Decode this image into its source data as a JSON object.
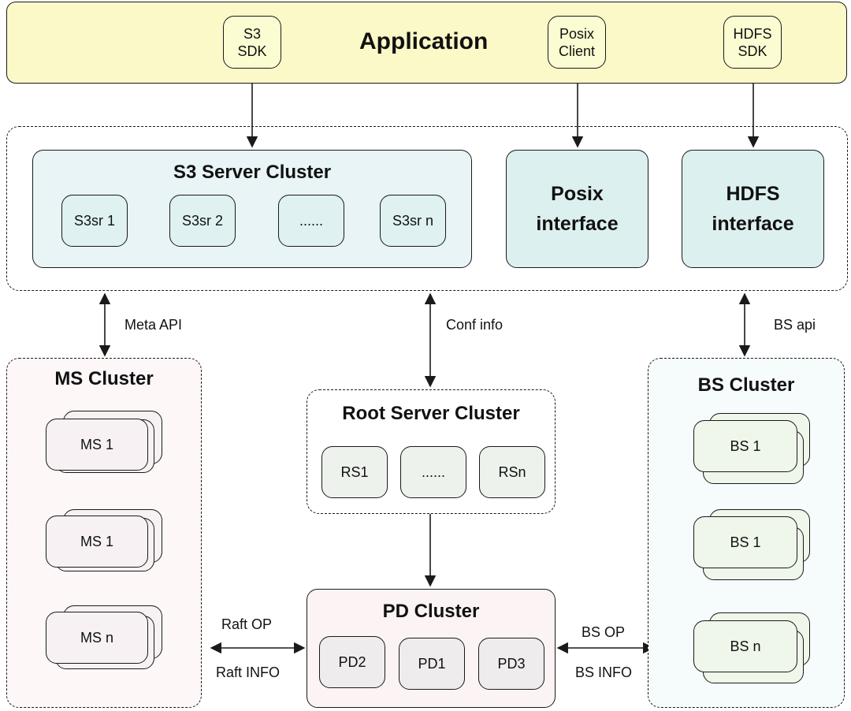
{
  "application": {
    "title": "Application",
    "clients": [
      {
        "line1": "S3",
        "line2": "SDK"
      },
      {
        "line1": "Posix",
        "line2": "Client"
      },
      {
        "line1": "HDFS",
        "line2": "SDK"
      }
    ]
  },
  "s3_cluster": {
    "title": "S3 Server Cluster",
    "nodes": [
      "S3sr 1",
      "S3sr 2",
      "......",
      "S3sr n"
    ]
  },
  "posix_interface": {
    "line1": "Posix",
    "line2": "interface"
  },
  "hdfs_interface": {
    "line1": "HDFS",
    "line2": "interface"
  },
  "edge_labels": {
    "meta_api": "Meta API",
    "conf_info": "Conf info",
    "bs_api": "BS api",
    "raft_op": "Raft OP",
    "raft_info": "Raft INFO",
    "bs_op": "BS OP",
    "bs_info": "BS INFO"
  },
  "ms_cluster": {
    "title": "MS Cluster",
    "nodes": [
      "MS 1",
      "MS 1",
      "MS n"
    ]
  },
  "root_cluster": {
    "title": "Root Server Cluster",
    "nodes": [
      "RS1",
      "......",
      "RSn"
    ]
  },
  "bs_cluster": {
    "title": "BS Cluster",
    "nodes": [
      "BS 1",
      "BS 1",
      "BS n"
    ]
  },
  "pd_cluster": {
    "title": "PD Cluster",
    "nodes": [
      "PD2",
      "PD1",
      "PD3"
    ]
  },
  "colors": {
    "application_fill": "#fbf9c7",
    "interface_fill": "#ddf0f0",
    "ms_fill": "#fdf7f8",
    "bs_node_fill": "#eff6ea",
    "pd_fill": "#fcf3f4",
    "line": "#1a1a1a"
  }
}
